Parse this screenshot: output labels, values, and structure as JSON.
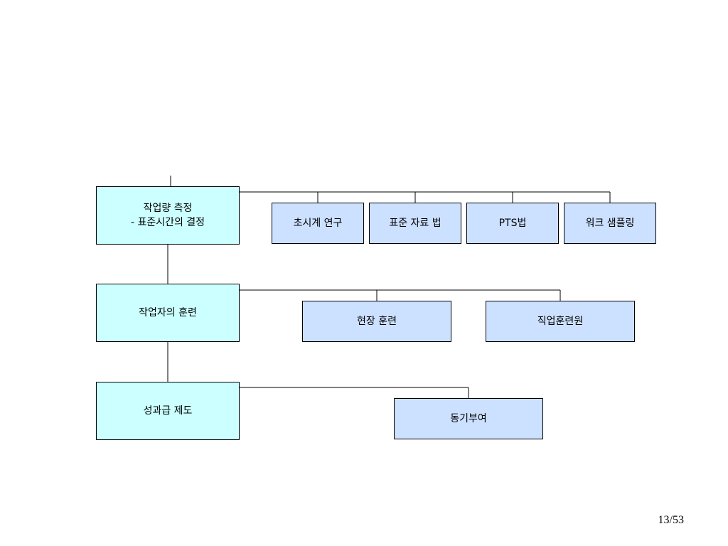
{
  "colors": {
    "main_box_fill": "#ccffff",
    "sub_box_fill": "#cce0ff",
    "line": "#000000"
  },
  "main_boxes": [
    {
      "label": "작업량 측정\n- 표준시간의 결정"
    },
    {
      "label": "작업자의 훈련"
    },
    {
      "label": "성과급 제도"
    }
  ],
  "sub_boxes": {
    "row1": [
      {
        "label": "초시계 연구"
      },
      {
        "label": "표준 자료 법"
      },
      {
        "label": "PTS법"
      },
      {
        "label": "워크 샘플링"
      }
    ],
    "row2": [
      {
        "label": "현장 훈련"
      },
      {
        "label": "직업훈련원"
      }
    ],
    "row3": [
      {
        "label": "동기부여"
      }
    ]
  },
  "page_number": "13/53"
}
